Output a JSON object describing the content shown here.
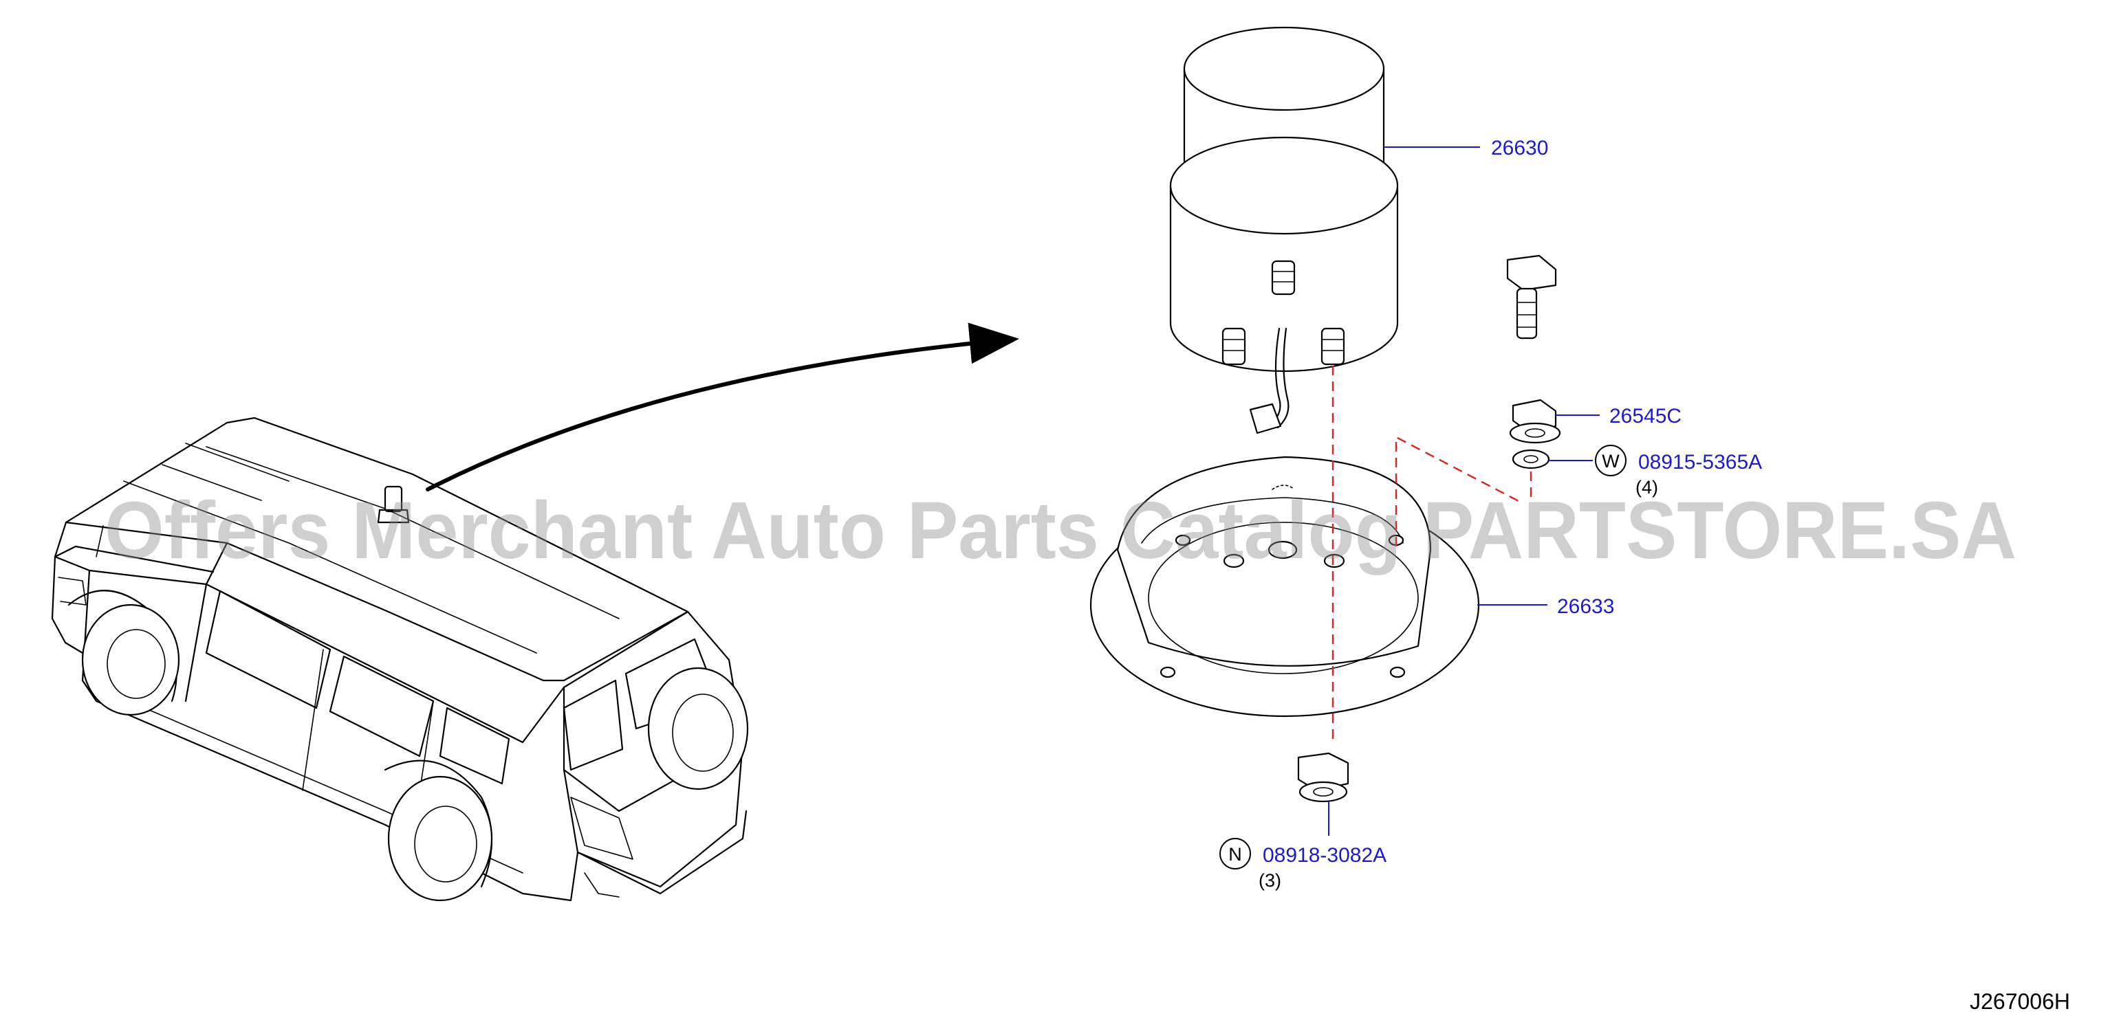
{
  "parts": [
    {
      "number": "26630"
    },
    {
      "number": "26545C"
    },
    {
      "number": "08915-5365A",
      "symbol": "W",
      "quantity": "(4)"
    },
    {
      "number": "26633"
    },
    {
      "number": "08918-3082A",
      "symbol": "N",
      "quantity": "(3)"
    }
  ],
  "diagram_code": "J267006H",
  "watermark": "Offers Merchant Auto Parts Catalog PARTSTORE.SA",
  "colors": {
    "label_blue": "#1a1ad6",
    "dashed_red": "#e02020",
    "line_black": "#000000",
    "watermark_gray": "#8c8c8c"
  }
}
